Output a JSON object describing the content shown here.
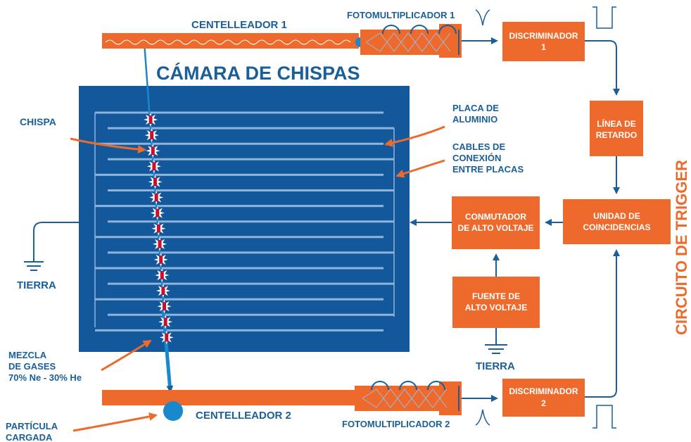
{
  "title": "CÁMARA DE CHISPAS",
  "side_title": "CIRCUITO DE TRIGGER",
  "labels": {
    "centelleador_1": "CENTELLEADOR 1",
    "centelleador_2": "CENTELLEADOR 2",
    "fotomultiplicador_1": "FOTOMULTIPLICADOR 1",
    "fotomultiplicador_2": "FOTOMULTIPLICADOR 2",
    "chispa": "CHISPA",
    "placa_line1": "PLACA DE",
    "placa_line2": "ALUMINIO",
    "cables_line1": "CABLES DE",
    "cables_line2": "CONEXIÓN",
    "cables_line3": "ENTRE PLACAS",
    "tierra_left": "TIERRA",
    "tierra_bottom": "TIERRA",
    "mezcla_line1": "MEZCLA",
    "mezcla_line2": "DE GASES",
    "mezcla_line3": "70% Ne - 30% He",
    "particula_line1": "PARTÍCULA",
    "particula_line2": "CARGADA"
  },
  "boxes": {
    "discriminador_1": {
      "line1": "DISCRIMINADOR",
      "line2": "1"
    },
    "discriminador_2": {
      "line1": "DISCRIMINADOR",
      "line2": "2"
    },
    "linea_retardo": {
      "line1": "LÍNEA DE",
      "line2": "RETARDO"
    },
    "unidad_coincidencias": {
      "line1": "UNIDAD DE",
      "line2": "COINCIDENCIAS"
    },
    "conmutador": {
      "line1": "CONMUTADOR",
      "line2": "DE ALTO VOLTAJE"
    },
    "fuente": {
      "line1": "FUENTE DE",
      "line2": "ALTO VOLTAJE"
    }
  },
  "colors": {
    "orange": "#ee6a2c",
    "blue": "#1a5f98",
    "chamber": "#12589a",
    "plate": "#8fb4dc",
    "spark": "#c8102e",
    "particle": "#1a88cc"
  }
}
